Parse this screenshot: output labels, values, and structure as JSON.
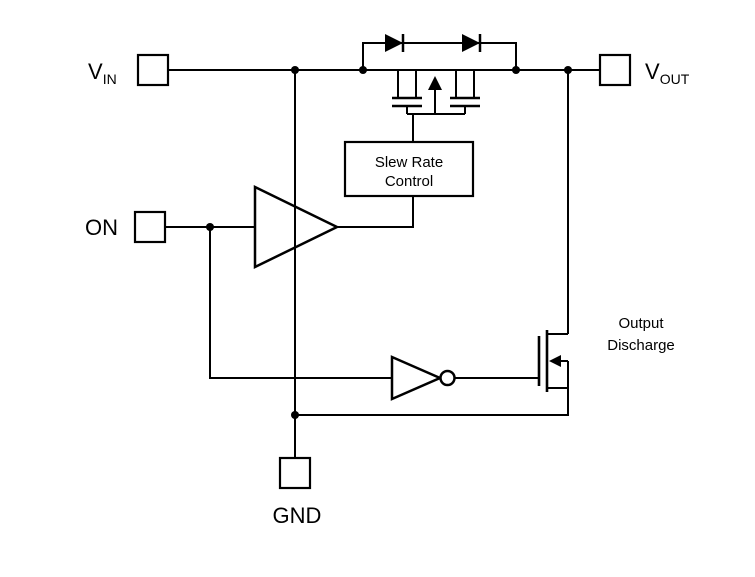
{
  "pins": {
    "vin": {
      "name": "V",
      "sub": "IN"
    },
    "vout": {
      "name": "V",
      "sub": "OUT"
    },
    "on": {
      "label": "ON"
    },
    "gnd": {
      "label": "GND"
    }
  },
  "blocks": {
    "slew_rate": {
      "line1": "Slew Rate",
      "line2": "Control"
    },
    "output_discharge": {
      "line1": "Output",
      "line2": "Discharge"
    }
  },
  "colors": {
    "line": "#000000",
    "background": "#ffffff"
  }
}
